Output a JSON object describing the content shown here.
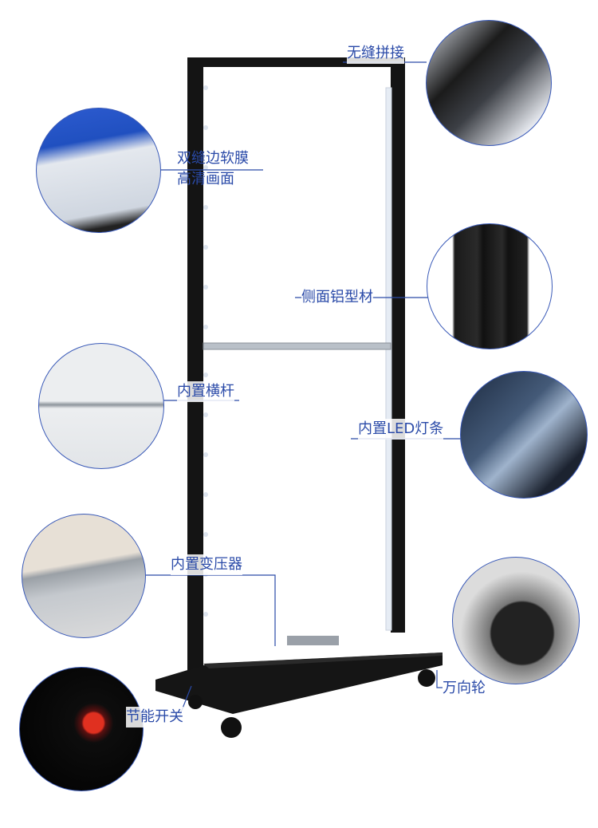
{
  "callouts": {
    "seamless_joint": "无缝拼接",
    "soft_film_line1": "双缝边软膜",
    "soft_film_line2": "高清画面",
    "side_profile": "侧面铝型材",
    "crossbar": "内置横杆",
    "led_strip": "内置LED灯条",
    "transformer": "内置变压器",
    "caster": "万向轮",
    "switch": "节能开关"
  },
  "colors": {
    "label": "#2a4aa8",
    "frame": "#111111"
  }
}
